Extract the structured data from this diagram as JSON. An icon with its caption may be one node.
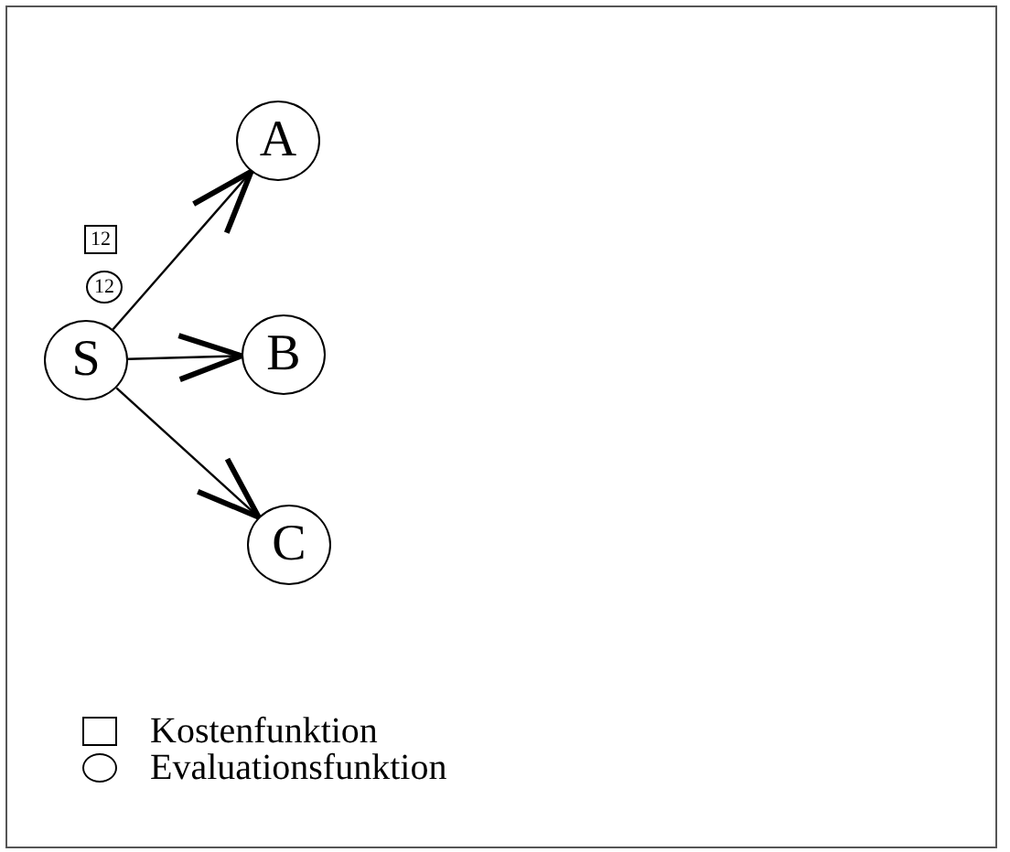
{
  "diagram": {
    "nodes": [
      {
        "text": [
          "S"
        ]
      },
      {
        "text": [
          "A"
        ]
      },
      {
        "text": [
          "B"
        ]
      },
      {
        "text": [
          "C"
        ]
      },
      {
        "text": [
          "12"
        ]
      },
      {
        "text": [
          "12"
        ]
      }
    ],
    "edges": [
      {
        "from": 0,
        "to": 1,
        "arrow": "to"
      },
      {
        "from": 0,
        "to": 2,
        "arrow": "to"
      },
      {
        "from": 0,
        "to": 3,
        "arrow": "to"
      }
    ],
    "legend": [
      {
        "text": "Kostenfunktion"
      },
      {
        "text": "Evaluationsfunktion"
      }
    ]
  }
}
